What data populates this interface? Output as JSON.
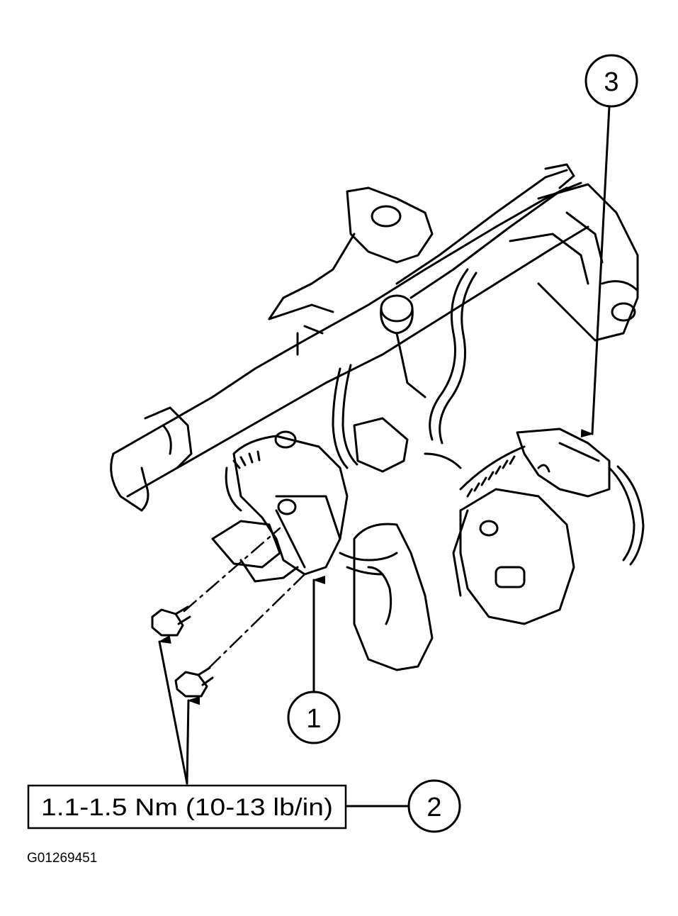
{
  "callouts": [
    {
      "label": "1"
    },
    {
      "label": "2"
    },
    {
      "label": "3"
    }
  ],
  "torque_spec": "1.1-1.5 Nm (10-13 lb/in)",
  "figure_id": "G01269451"
}
